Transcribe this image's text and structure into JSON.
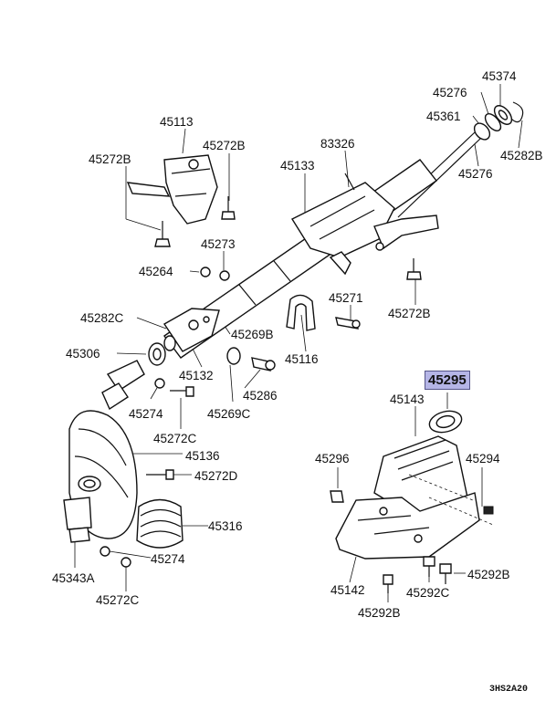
{
  "diagram": {
    "highlight_color": "#b5b5e6",
    "ink_color": "#111111",
    "diagram_code": "3HS2A20",
    "labels": [
      {
        "id": "l45374",
        "text": "45374",
        "highlighted": false
      },
      {
        "id": "l45276a",
        "text": "45276",
        "highlighted": false
      },
      {
        "id": "l45361",
        "text": "45361",
        "highlighted": false
      },
      {
        "id": "l45282b",
        "text": "45282B",
        "highlighted": false
      },
      {
        "id": "l45276b",
        "text": "45276",
        "highlighted": false
      },
      {
        "id": "l45113",
        "text": "45113",
        "highlighted": false
      },
      {
        "id": "l45272ba",
        "text": "45272B",
        "highlighted": false
      },
      {
        "id": "l45272bb",
        "text": "45272B",
        "highlighted": false
      },
      {
        "id": "l83326",
        "text": "83326",
        "highlighted": false
      },
      {
        "id": "l45133",
        "text": "45133",
        "highlighted": false
      },
      {
        "id": "l45273",
        "text": "45273",
        "highlighted": false
      },
      {
        "id": "l45264",
        "text": "45264",
        "highlighted": false
      },
      {
        "id": "l45271",
        "text": "45271",
        "highlighted": false
      },
      {
        "id": "l45272bc",
        "text": "45272B",
        "highlighted": false
      },
      {
        "id": "l45282c",
        "text": "45282C",
        "highlighted": false
      },
      {
        "id": "l45269b",
        "text": "45269B",
        "highlighted": false
      },
      {
        "id": "l45116",
        "text": "45116",
        "highlighted": false
      },
      {
        "id": "l45306",
        "text": "45306",
        "highlighted": false
      },
      {
        "id": "l45132",
        "text": "45132",
        "highlighted": false
      },
      {
        "id": "l45286",
        "text": "45286",
        "highlighted": false
      },
      {
        "id": "l45295",
        "text": "45295",
        "highlighted": true
      },
      {
        "id": "l45143",
        "text": "45143",
        "highlighted": false
      },
      {
        "id": "l45274a",
        "text": "45274",
        "highlighted": false
      },
      {
        "id": "l45269c",
        "text": "45269C",
        "highlighted": false
      },
      {
        "id": "l45272ca",
        "text": "45272C",
        "highlighted": false
      },
      {
        "id": "l45136",
        "text": "45136",
        "highlighted": false
      },
      {
        "id": "l45296",
        "text": "45296",
        "highlighted": false
      },
      {
        "id": "l45294",
        "text": "45294",
        "highlighted": false
      },
      {
        "id": "l45272d",
        "text": "45272D",
        "highlighted": false
      },
      {
        "id": "l45316",
        "text": "45316",
        "highlighted": false
      },
      {
        "id": "l45274b",
        "text": "45274",
        "highlighted": false
      },
      {
        "id": "l45292ba",
        "text": "45292B",
        "highlighted": false
      },
      {
        "id": "l45343a",
        "text": "45343A",
        "highlighted": false
      },
      {
        "id": "l45142",
        "text": "45142",
        "highlighted": false
      },
      {
        "id": "l45292c",
        "text": "45292C",
        "highlighted": false
      },
      {
        "id": "l45272cb",
        "text": "45272C",
        "highlighted": false
      },
      {
        "id": "l45292bb",
        "text": "45292B",
        "highlighted": false
      }
    ]
  }
}
